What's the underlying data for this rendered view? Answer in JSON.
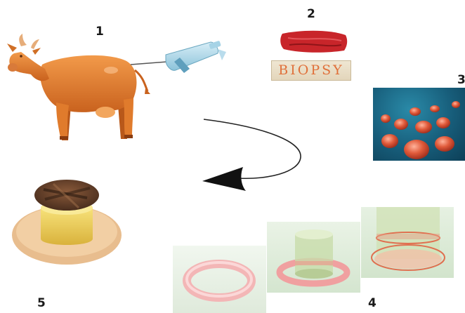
{
  "steps": {
    "step1": "1",
    "step2": "2",
    "step3": "3",
    "step4": "4",
    "step5": "5"
  },
  "biopsy_label": "BIOPSY",
  "icons": {
    "cow": "cow-icon",
    "syringe": "syringe-icon",
    "tissue": "muscle-tissue-icon",
    "cells": "cell-culture-icon",
    "arrow": "curved-arrow-icon",
    "burger": "burger-icon"
  },
  "colors": {
    "cow": "#e07b2c",
    "tissue": "#c8252a",
    "biopsy_text": "#e0703a",
    "culture_bg": "#175d7a",
    "cells": "#e05a3a",
    "ring": "#f3b6b6"
  }
}
